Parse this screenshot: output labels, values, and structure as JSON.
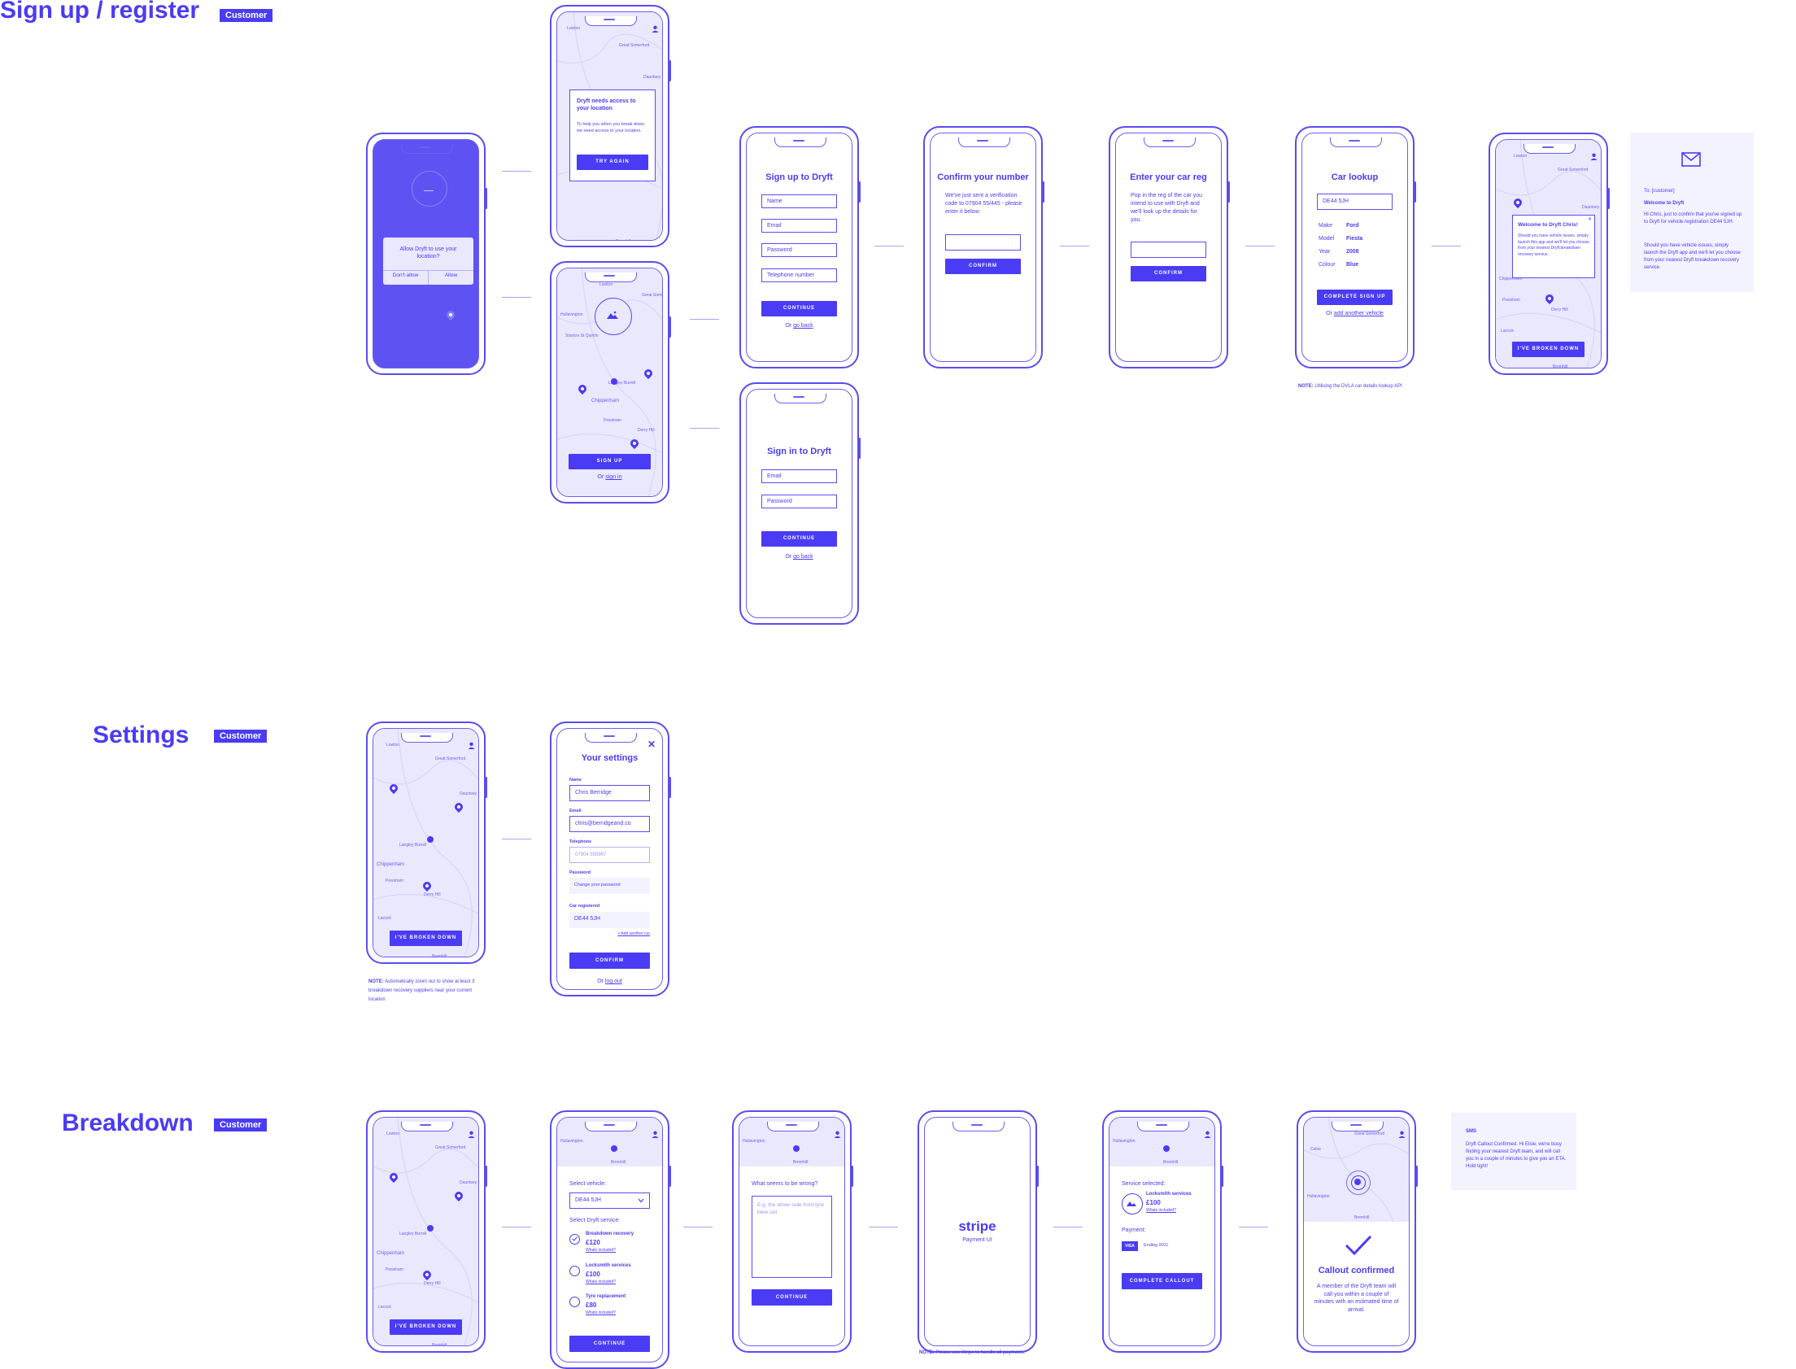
{
  "sections": {
    "signup": {
      "title": "Sign up / register",
      "badge": "Customer"
    },
    "settings": {
      "title": "Settings",
      "badge": "Customer"
    },
    "breakdown": {
      "title": "Breakdown",
      "badge": "Customer"
    }
  },
  "colors": {
    "accent": "#4a3bf5",
    "map": "#e9e8fd",
    "panel": "#f3f2ff"
  },
  "map_labels": {
    "a": "Lowton",
    "b": "Great Somerford",
    "c": "Dauntsey",
    "d": "Chippenham",
    "e": "Langley Burrell",
    "f": "Pewsham",
    "g": "Derry Hill",
    "h": "Bremhill",
    "i": "Lacock",
    "j": "Kington",
    "k": "Stanton St Quintin",
    "l": "Hullavington",
    "m": "Calne"
  },
  "s1": {
    "dialog_text": "Allow Dryft to use your location?",
    "dont_allow": "Don't allow",
    "allow": "Allow"
  },
  "s2": {
    "title": "Dryft needs access to your location",
    "body": "To help you when you break down, we need access to your location.",
    "button": "TRY AGAIN"
  },
  "s3": {
    "button": "SIGN UP",
    "or": "Or",
    "link": "sign in"
  },
  "signup_form": {
    "title": "Sign up to Dryft",
    "name": "Name",
    "email": "Email",
    "password": "Password",
    "telephone": "Telephone number",
    "button": "CONTINUE",
    "or": "Or",
    "link": "go back"
  },
  "signin_form": {
    "title": "Sign in to Dryft",
    "email": "Email",
    "password": "Password",
    "button": "CONTINUE",
    "or": "Or",
    "link": "go back"
  },
  "confirm_number": {
    "title": "Confirm your number",
    "body": "We've just sent a verification code to 07904 55/445 - please enter it below:",
    "button": "CONFIRM"
  },
  "car_reg": {
    "title": "Enter your car reg",
    "body": "Pop in the reg of the car you intend to use with Dryft and we'll look up the details for you.",
    "button": "CONFIRM"
  },
  "car_lookup": {
    "title": "Car lookup",
    "reg": "DE44 5JH",
    "rows": [
      {
        "k": "Make",
        "v": "Ford"
      },
      {
        "k": "Model",
        "v": "Fiesta"
      },
      {
        "k": "Year",
        "v": "2008"
      },
      {
        "k": "Colour",
        "v": "Blue"
      }
    ],
    "button": "COMPLETE SIGN UP",
    "or": "Or",
    "link": "add another vehicle",
    "note_label": "NOTE:",
    "note": "Utilising the DVLA car details lookup API"
  },
  "welcome": {
    "title": "Welcome to Dryft Chris!",
    "body": "Should you have vehicle issues, simply launch this app and we'll let you choose from your nearest Dryft breakdown recovery service.",
    "button": "I'VE BROKEN DOWN"
  },
  "email": {
    "to": "To: [customer]",
    "subject": "Welcome to Dryft",
    "p1": "Hi Chris, just to confirm that you've signed up to Dryft for vehicle registration DE44 5JH.",
    "p2": "Should you have vehicle issues, simply launch the Dryft app and we'll let you choose from your nearest Dryft breakdown recovery service."
  },
  "settings_map": {
    "button": "I'VE BROKEN DOWN",
    "note_label": "NOTE:",
    "note": "Automatically zoom out to show at least 3 breakdown recovery suppliers near your current location"
  },
  "your_settings": {
    "title": "Your settings",
    "name_label": "Name",
    "name": "Chris Berridge",
    "email_label": "Email",
    "email": "chris@berridgeand.co",
    "tel_label": "Telephone",
    "tel": "07904 559967",
    "pw_label": "Password",
    "pw": "Change your password",
    "car_label": "Car registered",
    "car": "DE44 5JH",
    "add": "+ Add another car",
    "button": "CONFIRM",
    "or": "Or",
    "link": "log out"
  },
  "bd_map": {
    "button": "I'VE BROKEN DOWN"
  },
  "bd_select": {
    "vehicle_label": "Select vehicle:",
    "vehicle": "DE44 5JH",
    "service_label": "Select Dryft service:",
    "services": [
      {
        "name": "Breakdown recovery",
        "price": "£120",
        "link": "Whats included?"
      },
      {
        "name": "Locksmith services",
        "price": "£100",
        "link": "Whats included?"
      },
      {
        "name": "Tyre replacement",
        "price": "£80",
        "link": "Whats included?"
      }
    ],
    "button": "CONTINUE"
  },
  "bd_wrong": {
    "label": "What seems to be wrong?",
    "placeholder": "E.g. the driver-side front tyre blew out",
    "button": "CONTINUE"
  },
  "stripe": {
    "logo": "stripe",
    "sub": "Payment UI",
    "note_label": "NOTE:",
    "note": "Please use Stripe to handle all payments."
  },
  "bd_summary": {
    "service_label": "Service selected:",
    "service": "Locksmith services",
    "price": "£100",
    "link": "Whats included?",
    "payment_label": "Payment:",
    "card_brand": "VISA",
    "card": "Ending 9011",
    "button": "COMPLETE CALLOUT"
  },
  "bd_confirmed": {
    "title": "Callout confirmed",
    "body": "A member of the Dryft team will call you within a couple of minutes with an estimated time of arrival."
  },
  "sms": {
    "label": "SMS",
    "body": "Dryft Callout Confirmed. Hi Elsie, we're busy finding your nearest Dryft team, and will call you in a couple of minutes to give you an ETA. Hold tight!"
  }
}
